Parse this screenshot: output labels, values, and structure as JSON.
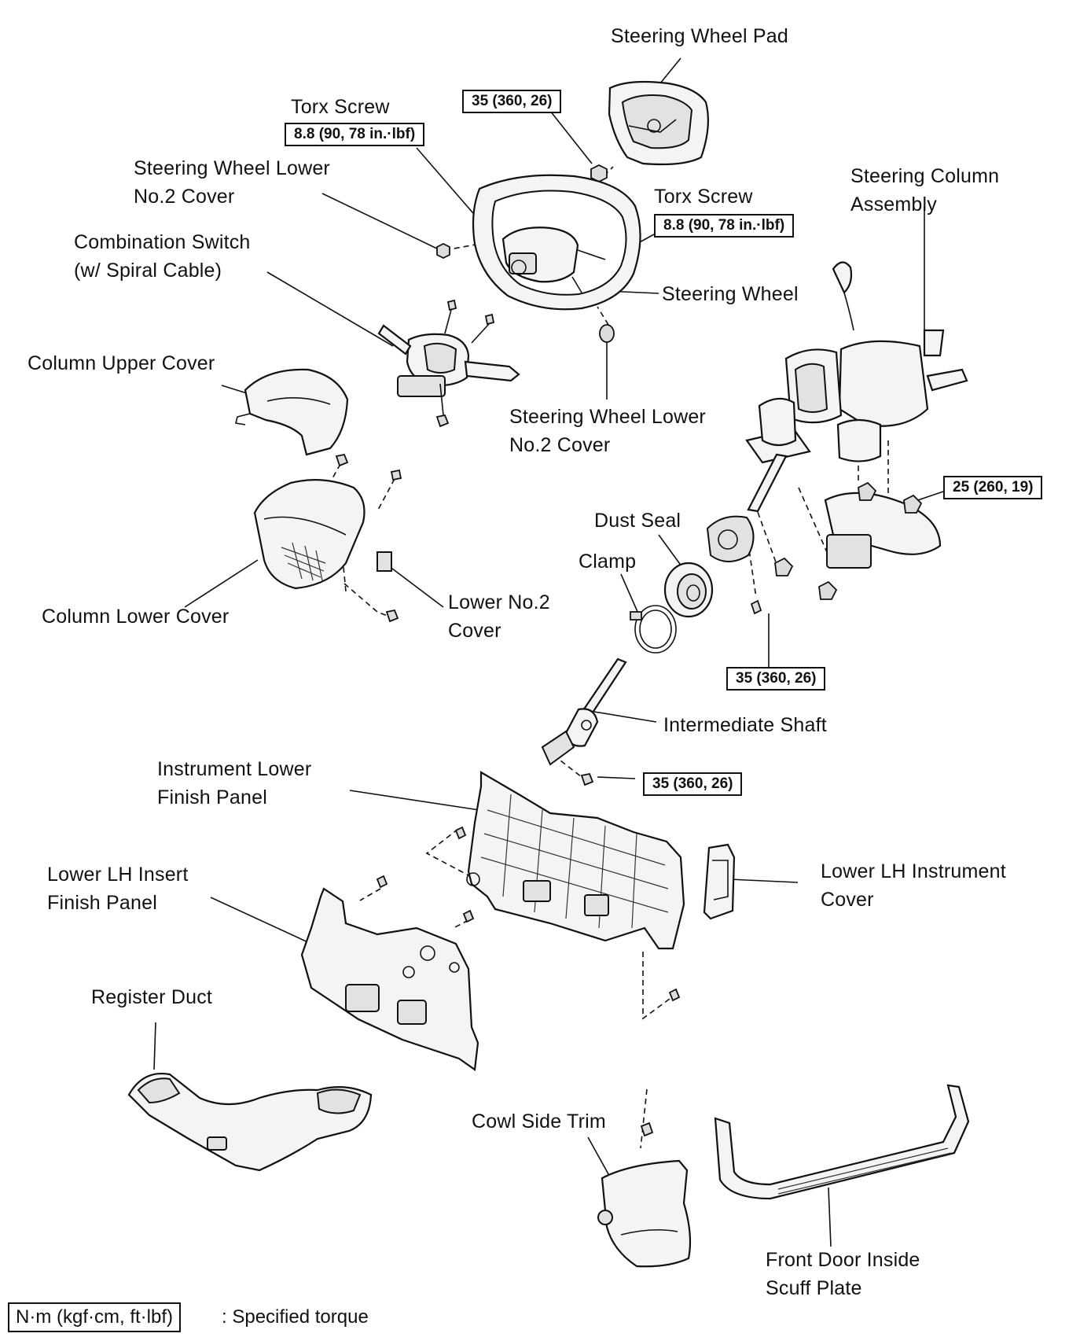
{
  "labels": {
    "steering_wheel_pad": "Steering Wheel Pad",
    "torx_screw_left": "Torx Screw",
    "steering_wheel_lower_cover_top_l1": "Steering Wheel Lower",
    "steering_wheel_lower_cover_top_l2": "No.2 Cover",
    "torx_screw_right": "Torx Screw",
    "steering_column_assembly_l1": "Steering Column",
    "steering_column_assembly_l2": "Assembly",
    "combination_switch_l1": "Combination Switch",
    "combination_switch_l2": "(w/ Spiral Cable)",
    "steering_wheel": "Steering Wheel",
    "column_upper_cover": "Column Upper Cover",
    "steering_wheel_lower_cover_mid_l1": "Steering Wheel Lower",
    "steering_wheel_lower_cover_mid_l2": "No.2 Cover",
    "dust_seal": "Dust Seal",
    "clamp": "Clamp",
    "column_lower_cover": "Column Lower Cover",
    "lower_no2_cover_l1": "Lower No.2",
    "lower_no2_cover_l2": "Cover",
    "intermediate_shaft": "Intermediate Shaft",
    "instrument_lower_finish_panel_l1": "Instrument Lower",
    "instrument_lower_finish_panel_l2": "Finish Panel",
    "lower_lh_insert_finish_panel_l1": "Lower LH Insert",
    "lower_lh_insert_finish_panel_l2": "Finish Panel",
    "lower_lh_instrument_cover_l1": "Lower LH Instrument",
    "lower_lh_instrument_cover_l2": "Cover",
    "register_duct": "Register Duct",
    "cowl_side_trim": "Cowl Side Trim",
    "front_door_scuff_plate_l1": "Front Door Inside",
    "front_door_scuff_plate_l2": "Scuff Plate"
  },
  "torque_specs": {
    "wheel_nut": "35 (360, 26)",
    "torx_screw_left": "8.8 (90, 78 in.·lbf)",
    "torx_screw_right": "8.8 (90, 78 in.·lbf)",
    "column_nut": "25 (260, 19)",
    "column_bolt": "35 (360, 26)",
    "intermediate_shaft_bolt": "35 (360, 26)"
  },
  "legend": {
    "unit_box": "N·m (kgf·cm, ft·lbf)",
    "meaning": ": Specified torque"
  }
}
